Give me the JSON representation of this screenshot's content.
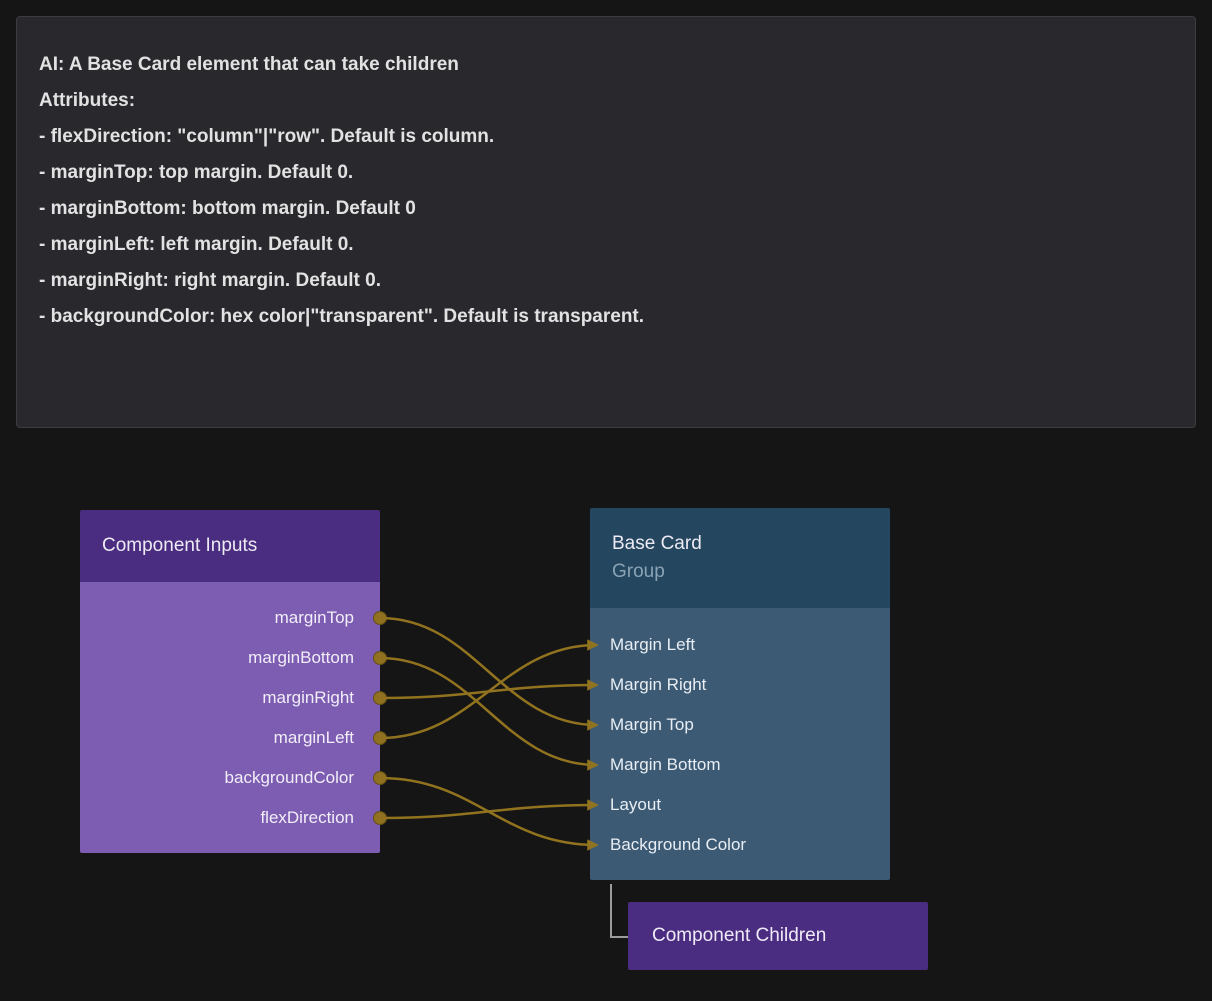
{
  "prompt_panel": {
    "lines": [
      "AI: A Base Card element that can take children",
      "Attributes:",
      "- flexDirection: \"column\"|\"row\". Default is column.",
      "- marginTop: top margin. Default 0.",
      "- marginBottom: bottom margin. Default 0",
      "- marginLeft: left margin. Default 0.",
      "- marginRight: right margin. Default 0.",
      "- backgroundColor: hex color|\"transparent\". Default is transparent."
    ]
  },
  "nodes": {
    "component_inputs": {
      "title": "Component Inputs",
      "ports": [
        {
          "label": "marginTop"
        },
        {
          "label": "marginBottom"
        },
        {
          "label": "marginRight"
        },
        {
          "label": "marginLeft"
        },
        {
          "label": "backgroundColor"
        },
        {
          "label": "flexDirection"
        }
      ]
    },
    "base_card": {
      "title": "Base Card",
      "subtitle": "Group",
      "ports": [
        {
          "label": "Margin Left"
        },
        {
          "label": "Margin Right"
        },
        {
          "label": "Margin Top"
        },
        {
          "label": "Margin Bottom"
        },
        {
          "label": "Layout"
        },
        {
          "label": "Background Color"
        }
      ]
    },
    "component_children": {
      "title": "Component Children"
    }
  },
  "connections": [
    {
      "from": "marginTop",
      "to": "Margin Top"
    },
    {
      "from": "marginBottom",
      "to": "Margin Bottom"
    },
    {
      "from": "marginRight",
      "to": "Margin Right"
    },
    {
      "from": "marginLeft",
      "to": "Margin Left"
    },
    {
      "from": "backgroundColor",
      "to": "Background Color"
    },
    {
      "from": "flexDirection",
      "to": "Layout"
    }
  ],
  "colors": {
    "edge": "#91731f",
    "port": "#8f711f",
    "inputs_header": "#4a2c80",
    "inputs_body": "#7d5db2",
    "card_header": "#24465f",
    "card_body": "#3d5a75",
    "children_bg": "#4a2c80",
    "connector": "#9c9c9c"
  }
}
